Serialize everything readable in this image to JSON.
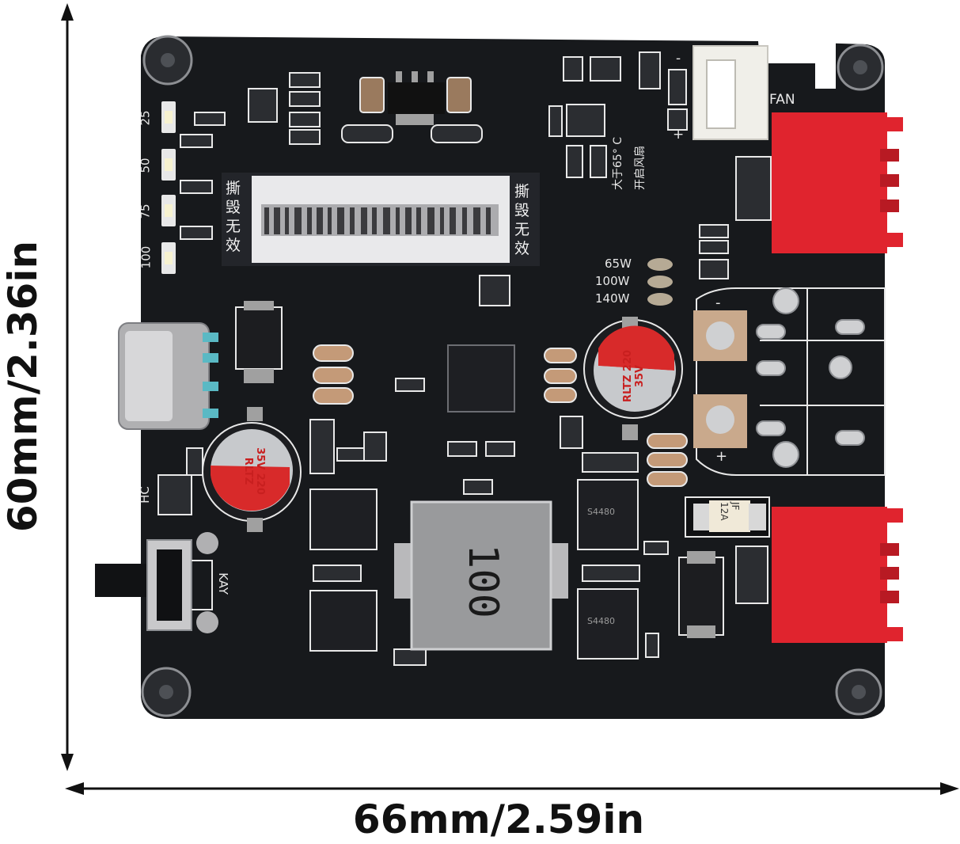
{
  "dimensions": {
    "height_label": "60mm/2.36in",
    "width_label": "66mm/2.59in"
  },
  "board": {
    "silkscreen": {
      "led_levels": [
        "25",
        "50",
        "75",
        "100"
      ],
      "tamper_left": "撕毁无效",
      "tamper_right": "撕毁无效",
      "fan_label": "FAN",
      "fan_minus": "-",
      "fan_plus": "+",
      "temp_note": "大于65° C",
      "temp_note_2": "开启风扇",
      "power_options": [
        "65W",
        "100W",
        "140W"
      ],
      "hc_label": "HC",
      "key_label": "KAY",
      "fuse_marking": "JF 12A",
      "inductor_marking": "100",
      "cap_left": "35V 220 RLTZ",
      "cap_right": "RLTZ 220 35V",
      "mosfet_marking": "S4480",
      "terminal_minus": "-",
      "terminal_plus": "+"
    }
  },
  "colors": {
    "pcb": "#17191c",
    "connector_red": "#e0242e",
    "silkscreen": "#e8e8e8",
    "metal": "#9c9c9c",
    "copper_pad": "#c9a98c"
  }
}
